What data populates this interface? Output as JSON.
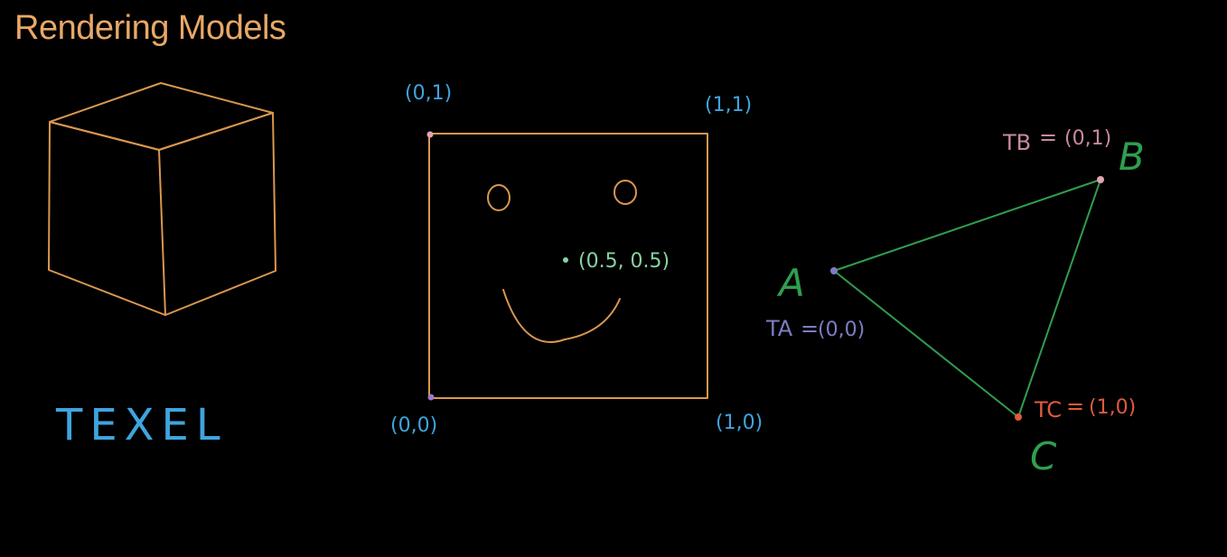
{
  "title": "Rendering Models",
  "colors": {
    "title": "#e8a867",
    "cube": "#d9974f",
    "texture": "#d9974f",
    "coords": "#3fa4de",
    "midpoint": "#86d3a3",
    "triangle": "#2f9e4f",
    "vertex_a_label": "#7c7ec4",
    "vertex_b_label": "#c98a9c",
    "vertex_c_label": "#e05a3e"
  },
  "cube_label": "TEXEL",
  "texture_square": {
    "corner_top_left": "(0,1)",
    "corner_top_right": "(1,1)",
    "corner_bottom_left": "(0,0)",
    "corner_bottom_right": "(1,0)",
    "center_point": "(0.5, 0.5)"
  },
  "triangle": {
    "vertex_a": {
      "letter": "A",
      "texcoord_label": "TA",
      "texcoord": "(0,0)"
    },
    "vertex_b": {
      "letter": "B",
      "texcoord_label": "TB",
      "texcoord": "(0,1)"
    },
    "vertex_c": {
      "letter": "C",
      "texcoord_label": "TC",
      "texcoord": "(1,0)"
    }
  }
}
